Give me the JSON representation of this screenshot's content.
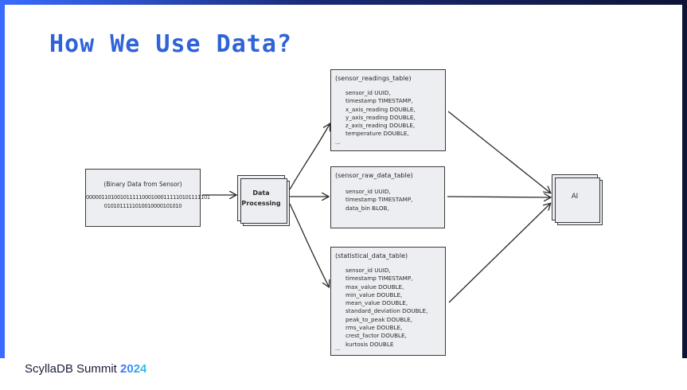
{
  "slide": {
    "title": "How We Use Data?"
  },
  "footer": {
    "brand_name": "ScyllaDB Summit",
    "brand_year": "2024"
  },
  "diagram": {
    "source": {
      "label": "(Binary Data from Sensor)",
      "bits_line1": "0000011010010111110001000111110101111101",
      "bits_line2": "0101011111010010000101010"
    },
    "processor": {
      "line1": "Data",
      "line2": "Processing"
    },
    "tables": [
      {
        "name": "(sensor_readings_table)",
        "fields": [
          "sensor_id UUID,",
          "timestamp TIMESTAMP,",
          "x_axis_reading DOUBLE,",
          "y_axis_reading DOUBLE,",
          "z_axis_reading DOUBLE,",
          "temperature DOUBLE,",
          "..."
        ]
      },
      {
        "name": "(sensor_raw_data_table)",
        "fields": [
          "sensor_id UUID,",
          "timestamp TIMESTAMP,",
          "data_bin BLOB,"
        ]
      },
      {
        "name": "(statistical_data_table)",
        "fields": [
          "sensor_id UUID,",
          "timestamp TIMESTAMP,",
          "max_value DOUBLE,",
          "min_value DOUBLE,",
          "mean_value DOUBLE,",
          "standard_deviation DOUBLE,",
          "peak_to_peak DOUBLE,",
          "rms_value DOUBLE,",
          "crest_factor DOUBLE,",
          "kurtosis DOUBLE",
          "..."
        ]
      }
    ],
    "sink": {
      "label": "AI"
    }
  }
}
